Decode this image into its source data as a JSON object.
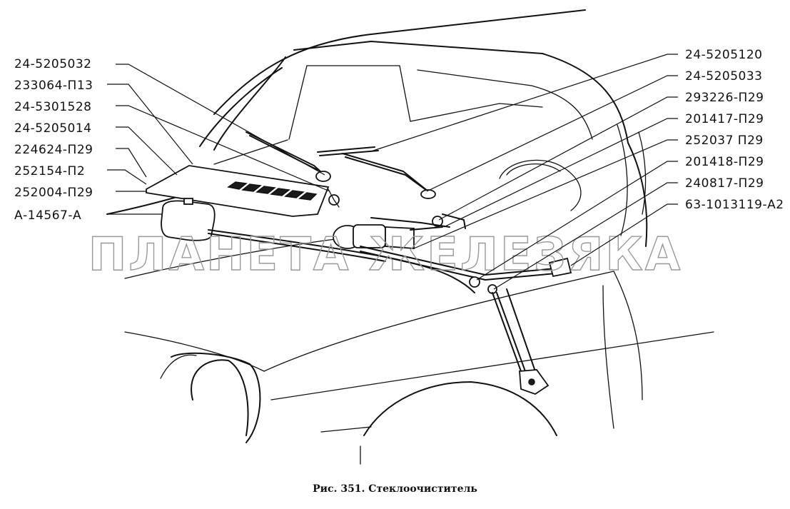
{
  "labels_left": [
    "24-5205032",
    "233064-П13",
    "24-5301528",
    "24-5205014",
    "224624-П29",
    "252154-П2",
    "252004-П29",
    "А-14567-А"
  ],
  "labels_right": [
    "24-5205120",
    "24-5205033",
    "293226-П29",
    "201417-П29",
    "252037 П29",
    "201418-П29",
    "240817-П29",
    "63-1013119-А2"
  ],
  "watermark": "ПЛАНЕТА ЖЕЛЕЗЯКА",
  "caption": "Рис. 351. Стеклоочиститель",
  "colors": {
    "ink": "#111111",
    "watermark": "#9a9a9a",
    "background": "#ffffff"
  }
}
